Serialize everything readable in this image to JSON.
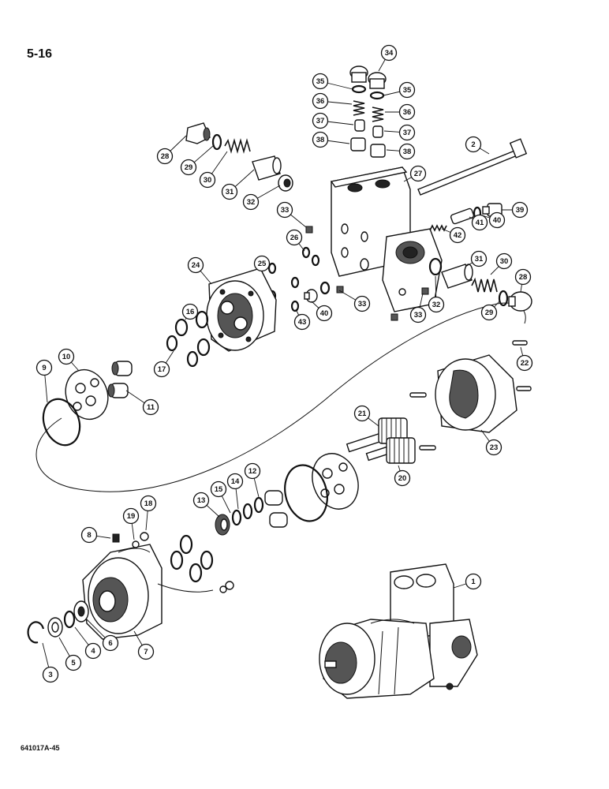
{
  "page": {
    "number": "5-16",
    "reference": "641017A-45"
  },
  "diagram": {
    "type": "exploded-parts-view",
    "components": [
      {
        "key": "p1",
        "label": "1",
        "name": "assembled-pump-icon"
      },
      {
        "key": "p2",
        "label": "2",
        "name": "tie-bolt-icon"
      },
      {
        "key": "p3",
        "label": "3",
        "name": "snap-ring-icon"
      },
      {
        "key": "p4",
        "label": "4",
        "name": "retainer-ring-icon"
      },
      {
        "key": "p5",
        "label": "5",
        "name": "washer-icon"
      },
      {
        "key": "p6",
        "label": "6",
        "name": "shaft-seal-icon"
      },
      {
        "key": "p7",
        "label": "7",
        "name": "front-housing-icon"
      },
      {
        "key": "p8",
        "label": "8",
        "name": "plug-icon"
      },
      {
        "key": "p9",
        "label": "9",
        "name": "o-ring-icon"
      },
      {
        "key": "p10",
        "label": "10",
        "name": "wear-plate-icon"
      },
      {
        "key": "p11",
        "label": "11",
        "name": "bushing-icon"
      },
      {
        "key": "p12",
        "label": "12",
        "name": "seal-ring-icon"
      },
      {
        "key": "p13",
        "label": "13",
        "name": "seal-icon"
      },
      {
        "key": "p14",
        "label": "14",
        "name": "ring-icon"
      },
      {
        "key": "p15",
        "label": "15",
        "name": "ring-icon"
      },
      {
        "key": "p16",
        "label": "16",
        "name": "seal-ring-icon"
      },
      {
        "key": "p17",
        "label": "17",
        "name": "backup-ring-icon"
      },
      {
        "key": "p18",
        "label": "18",
        "name": "fitting-icon"
      },
      {
        "key": "p19",
        "label": "19",
        "name": "ball-icon"
      },
      {
        "key": "p20",
        "label": "20",
        "name": "driven-gear-icon"
      },
      {
        "key": "p21",
        "label": "21",
        "name": "drive-gear-icon"
      },
      {
        "key": "p22",
        "label": "22",
        "name": "dowel-pin-icon"
      },
      {
        "key": "p23",
        "label": "23",
        "name": "gear-housing-icon"
      },
      {
        "key": "p24",
        "label": "24",
        "name": "rear-housing-icon"
      },
      {
        "key": "p25",
        "label": "25",
        "name": "o-ring-icon"
      },
      {
        "key": "p26",
        "label": "26",
        "name": "o-ring-icon"
      },
      {
        "key": "p27",
        "label": "27",
        "name": "valve-body-icon"
      },
      {
        "key": "p28a",
        "label": "28",
        "name": "plug-icon"
      },
      {
        "key": "p28b",
        "label": "28",
        "name": "plug-icon"
      },
      {
        "key": "p29a",
        "label": "29",
        "name": "o-ring-icon"
      },
      {
        "key": "p29b",
        "label": "29",
        "name": "o-ring-icon"
      },
      {
        "key": "p30a",
        "label": "30",
        "name": "spring-icon"
      },
      {
        "key": "p30b",
        "label": "30",
        "name": "spring-icon"
      },
      {
        "key": "p31a",
        "label": "31",
        "name": "spool-icon"
      },
      {
        "key": "p31b",
        "label": "31",
        "name": "spool-icon"
      },
      {
        "key": "p32a",
        "label": "32",
        "name": "seat-icon"
      },
      {
        "key": "p32b",
        "label": "32",
        "name": "seat-icon"
      },
      {
        "key": "p33a",
        "label": "33",
        "name": "set-screw-icon"
      },
      {
        "key": "p33b",
        "label": "33",
        "name": "set-screw-icon"
      },
      {
        "key": "p33c",
        "label": "33",
        "name": "set-screw-icon"
      },
      {
        "key": "p34",
        "label": "34",
        "name": "cap-icon"
      },
      {
        "key": "p35a",
        "label": "35",
        "name": "o-ring-icon"
      },
      {
        "key": "p35b",
        "label": "35",
        "name": "o-ring-icon"
      },
      {
        "key": "p36a",
        "label": "36",
        "name": "spring-icon"
      },
      {
        "key": "p36b",
        "label": "36",
        "name": "spring-icon"
      },
      {
        "key": "p37a",
        "label": "37",
        "name": "poppet-icon"
      },
      {
        "key": "p37b",
        "label": "37",
        "name": "poppet-icon"
      },
      {
        "key": "p38a",
        "label": "38",
        "name": "seat-icon"
      },
      {
        "key": "p38b",
        "label": "38",
        "name": "seat-icon"
      },
      {
        "key": "p39",
        "label": "39",
        "name": "plug-icon"
      },
      {
        "key": "p40a",
        "label": "40",
        "name": "o-ring-icon"
      },
      {
        "key": "p40b",
        "label": "40",
        "name": "o-ring-icon"
      },
      {
        "key": "p41",
        "label": "41",
        "name": "spool-icon"
      },
      {
        "key": "p42",
        "label": "42",
        "name": "spring-icon"
      },
      {
        "key": "p43",
        "label": "43",
        "name": "plug-icon"
      }
    ]
  }
}
